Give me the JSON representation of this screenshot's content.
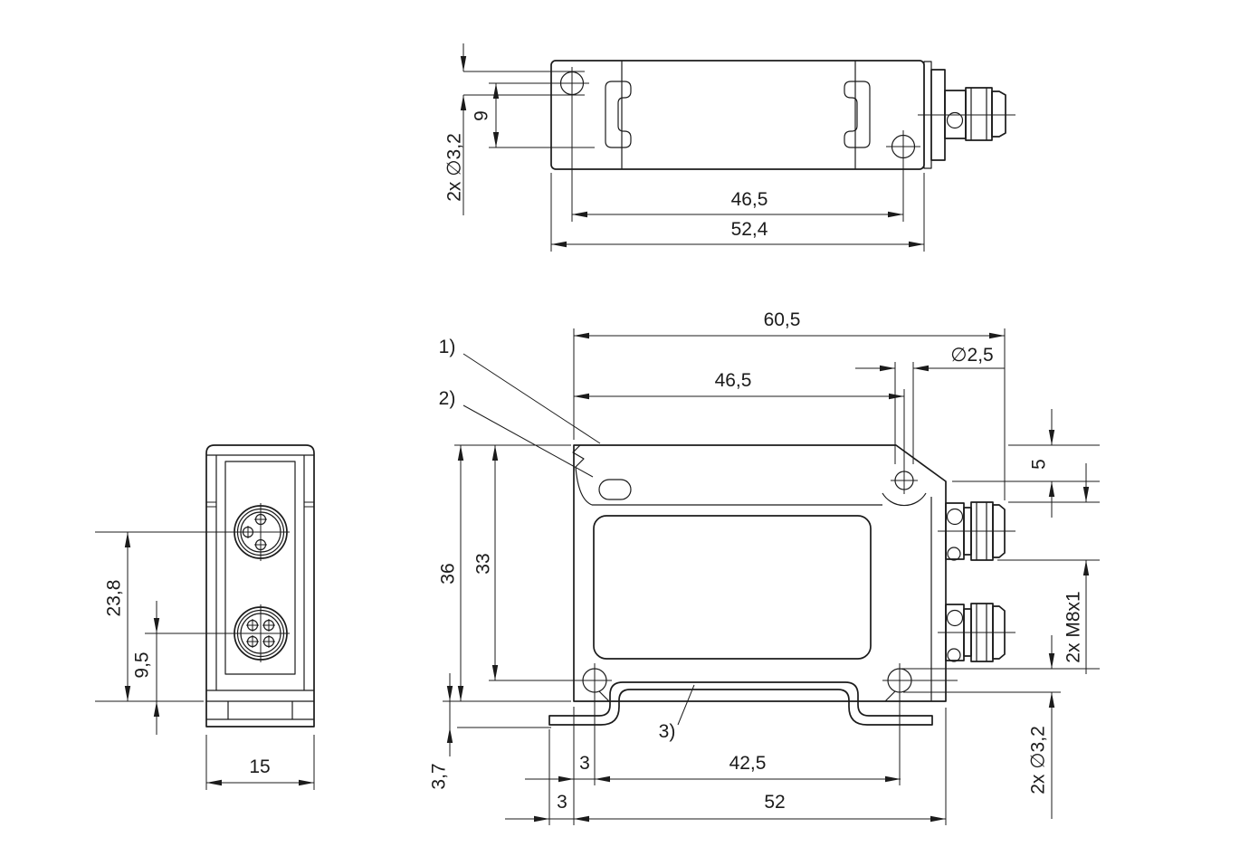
{
  "views": {
    "top_view": {
      "dims": {
        "hole_dia": "2x ∅3,2",
        "hole_offset": "9",
        "hole_spacing": "46,5",
        "overall_length": "52,4"
      }
    },
    "front_view": {
      "callouts": {
        "c1": "1)",
        "c2": "2)",
        "c3": "3)"
      },
      "dims": {
        "overall_length": "60,5",
        "top_hole_spacing": "46,5",
        "top_hole_dia": "∅2,5",
        "chamfer_height": "5",
        "overall_height": "36",
        "hole_center_height": "33",
        "connector_thread": "2x M8x1",
        "bracket_offset": "3,7",
        "edge_to_hole": "3",
        "bottom_hole_spacing": "42,5",
        "foot_overhang": "3",
        "body_length": "52",
        "bottom_hole_dia": "2x ∅3,2"
      }
    },
    "side_view": {
      "dims": {
        "upper_connector_height": "23,8",
        "lower_connector_height": "9,5",
        "width": "15"
      }
    }
  }
}
